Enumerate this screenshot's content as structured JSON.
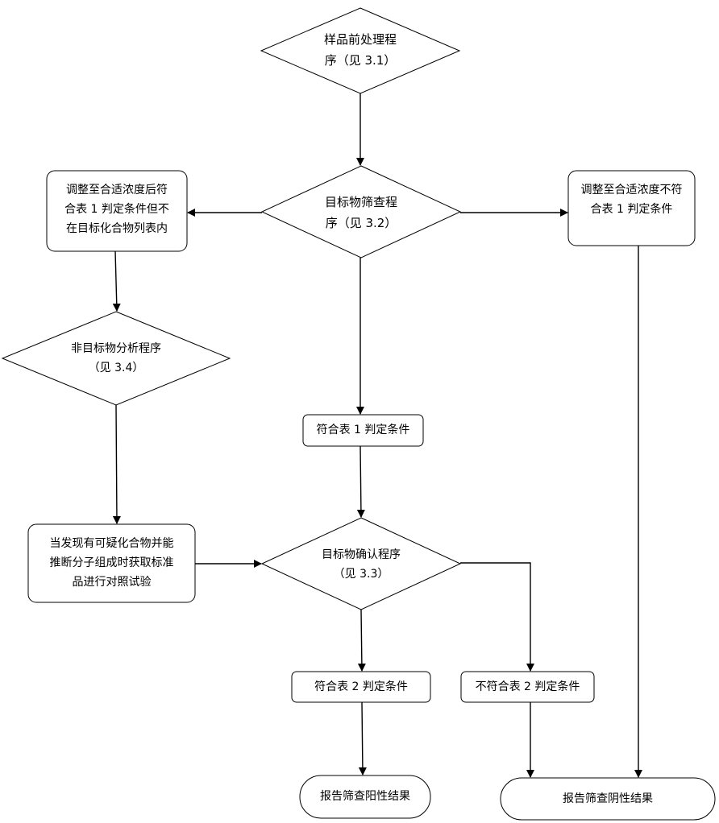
{
  "nodes": {
    "pretreat": {
      "line1": "样品前处理程",
      "line2": "序（见 3.1）"
    },
    "screen": {
      "line1": "目标物筛查程",
      "line2": "序（见 3.2）"
    },
    "left_box": {
      "line1": "调整至合适浓度后符",
      "line2": "合表 1 判定条件但不",
      "line3": "在目标化合物列表内"
    },
    "right_box": {
      "line1": "调整至合适浓度不符",
      "line2": "合表 1 判定条件"
    },
    "nontarget": {
      "line1": "非目标物分析程序",
      "line2": "（见 3.4）"
    },
    "meets_t1": {
      "label": "符合表 1 判定条件"
    },
    "suspect_box": {
      "line1": "当发现有可疑化合物并能",
      "line2": "推断分子组成时获取标准",
      "line3": "品进行对照试验"
    },
    "confirm": {
      "line1": "目标物确认程序",
      "line2": "（见 3.3）"
    },
    "meets_t2": {
      "label": "符合表 2 判定条件"
    },
    "not_meets_t2": {
      "label": "不符合表 2 判定条件"
    },
    "positive": {
      "label": "报告筛查阳性结果"
    },
    "negative": {
      "label": "报告筛查阴性结果"
    }
  }
}
